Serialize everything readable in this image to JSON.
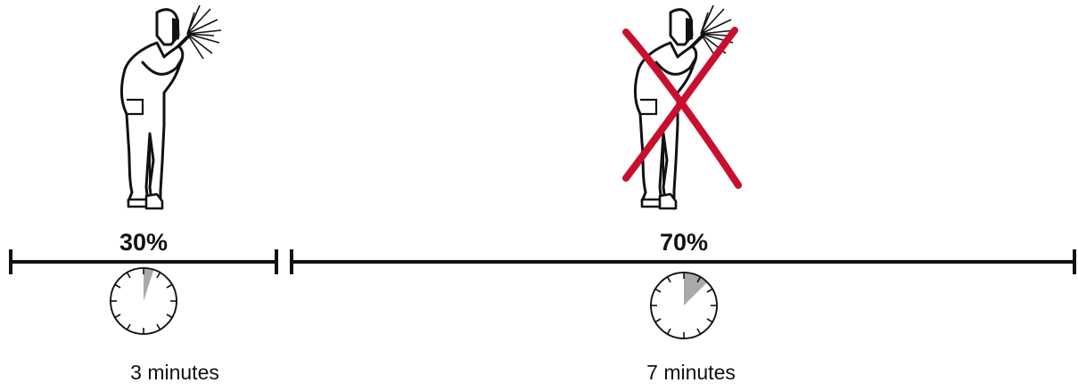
{
  "segments": [
    {
      "percent_label": "30%",
      "duration_label": "3 minutes",
      "clock_fraction": 0.05,
      "crossed_out": false
    },
    {
      "percent_label": "70%",
      "duration_label": "7 minutes",
      "clock_fraction": 0.125,
      "crossed_out": true
    }
  ],
  "colors": {
    "line": "#111111",
    "clock_fill": "#a9a9a9",
    "cross": "#c8102e"
  },
  "icons": {
    "figure": "welder-figure-icon",
    "clock": "clock-icon",
    "cross": "cross-out-icon"
  }
}
